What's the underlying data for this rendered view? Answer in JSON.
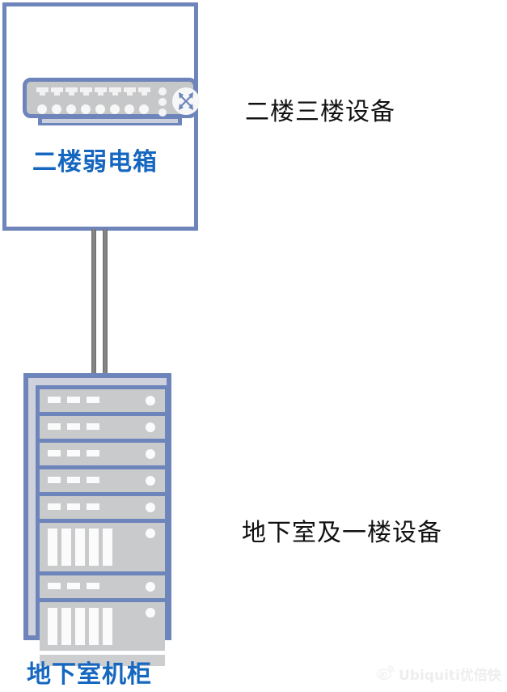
{
  "diagram": {
    "title": "Home network topology diagram",
    "colors": {
      "frame_blue": "#6e85bb",
      "label_blue": "#1667c0",
      "label_black": "#111111",
      "device_gray": "#c6c7c9",
      "cable_gray": "#7e7e7e"
    },
    "upper_enclosure": {
      "name": "二楼弱电箱",
      "caption": "二楼弱电箱",
      "side_label": "二楼三楼设备",
      "device": {
        "type": "network-switch",
        "badge_icon": "four-way-arrows-icon",
        "port_count": 8,
        "status_led_count": 3,
        "ports": [
          {
            "index": 1,
            "jack": "rj45",
            "led": "link-led"
          },
          {
            "index": 2,
            "jack": "rj45",
            "led": "link-led"
          },
          {
            "index": 3,
            "jack": "rj45",
            "led": "link-led"
          },
          {
            "index": 4,
            "jack": "rj45",
            "led": "link-led"
          },
          {
            "index": 5,
            "jack": "rj45",
            "led": "link-led"
          },
          {
            "index": 6,
            "jack": "rj45",
            "led": "link-led"
          },
          {
            "index": 7,
            "jack": "rj45",
            "led": "link-led"
          },
          {
            "index": 8,
            "jack": "rj45",
            "led": "link-led"
          }
        ]
      }
    },
    "link": {
      "name": "riser-cable",
      "cable_count": 2,
      "style": "vertical-pair"
    },
    "lower_enclosure": {
      "name": "地下室机柜",
      "caption": "地下室机柜",
      "side_label": "地下室及一楼设备",
      "rack": {
        "type": "server-rack",
        "unit_count": 9,
        "units": [
          {
            "slot": 1,
            "size": "thin",
            "indicators": 3,
            "status": "on"
          },
          {
            "slot": 2,
            "size": "thin",
            "indicators": 3,
            "status": "on"
          },
          {
            "slot": 3,
            "size": "thin",
            "indicators": 3,
            "status": "on"
          },
          {
            "slot": 4,
            "size": "thin",
            "indicators": 3,
            "status": "on"
          },
          {
            "slot": 5,
            "size": "thin",
            "indicators": 3,
            "status": "on"
          },
          {
            "slot": 6,
            "size": "tall",
            "indicators": 5,
            "status": "on"
          },
          {
            "slot": 7,
            "size": "thin",
            "indicators": 3,
            "status": "on"
          },
          {
            "slot": 8,
            "size": "tall",
            "indicators": 5,
            "status": "on"
          },
          {
            "slot": 9,
            "size": "blank",
            "indicators": 0,
            "status": "off"
          }
        ]
      }
    },
    "watermark": {
      "text": "Ubiquiti优倍快",
      "icon": "weibo-logo-icon"
    }
  }
}
